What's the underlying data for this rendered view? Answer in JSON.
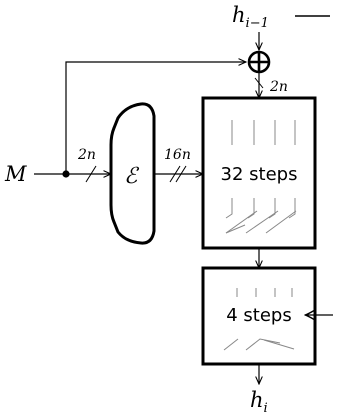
{
  "labels": {
    "h_prev_base": "h",
    "h_prev_sub": "i−1",
    "h_out_base": "h",
    "h_out_sub": "i",
    "message": "M",
    "encoder": "ℰ",
    "width_2n_left": "2n",
    "width_16n": "16n",
    "width_2n_top": "2n",
    "steps_block_1": "32 steps",
    "steps_block_2": "4 steps"
  },
  "colors": {
    "stroke": "#000000",
    "inner_marks": "#888888",
    "background": "#ffffff"
  }
}
